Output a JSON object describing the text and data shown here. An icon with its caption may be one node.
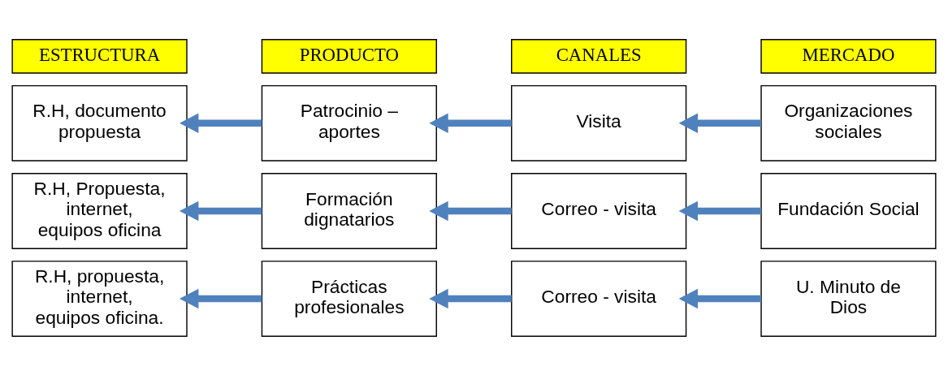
{
  "diagram": {
    "nodes": [
      {
        "text": [
          "ESTRUCTURA"
        ]
      },
      {
        "text": [
          "PRODUCTO"
        ]
      },
      {
        "text": [
          "CANALES"
        ]
      },
      {
        "text": [
          "MERCADO"
        ]
      },
      {
        "text": [
          "R.H, documento propuesta"
        ]
      },
      {
        "text": [
          "Patrocinio – aportes"
        ]
      },
      {
        "text": [
          "Visita"
        ]
      },
      {
        "text": [
          "Organizaciones sociales"
        ]
      },
      {
        "text": [
          "R.H, Propuesta, internet, equipos oficina"
        ]
      },
      {
        "text": [
          "Formación dignatarios"
        ]
      },
      {
        "text": [
          "Correo - visita"
        ]
      },
      {
        "text": [
          "Fundación Social"
        ]
      },
      {
        "text": [
          "R.H, propuesta, internet, equipos oficina."
        ]
      },
      {
        "text": [
          "Prácticas profesionales"
        ]
      },
      {
        "text": [
          "Correo - visita"
        ]
      },
      {
        "text": [
          "U. Minuto de Dios"
        ]
      }
    ],
    "edges": [
      {
        "from": 7,
        "to": 6,
        "arrow": "to"
      },
      {
        "from": 6,
        "to": 5,
        "arrow": "to"
      },
      {
        "from": 5,
        "to": 4,
        "arrow": "to"
      },
      {
        "from": 11,
        "to": 10,
        "arrow": "to"
      },
      {
        "from": 10,
        "to": 9,
        "arrow": "to"
      },
      {
        "from": 9,
        "to": 8,
        "arrow": "to"
      },
      {
        "from": 15,
        "to": 14,
        "arrow": "to"
      },
      {
        "from": 14,
        "to": 13,
        "arrow": "to"
      },
      {
        "from": 13,
        "to": 12,
        "arrow": "to"
      }
    ]
  }
}
